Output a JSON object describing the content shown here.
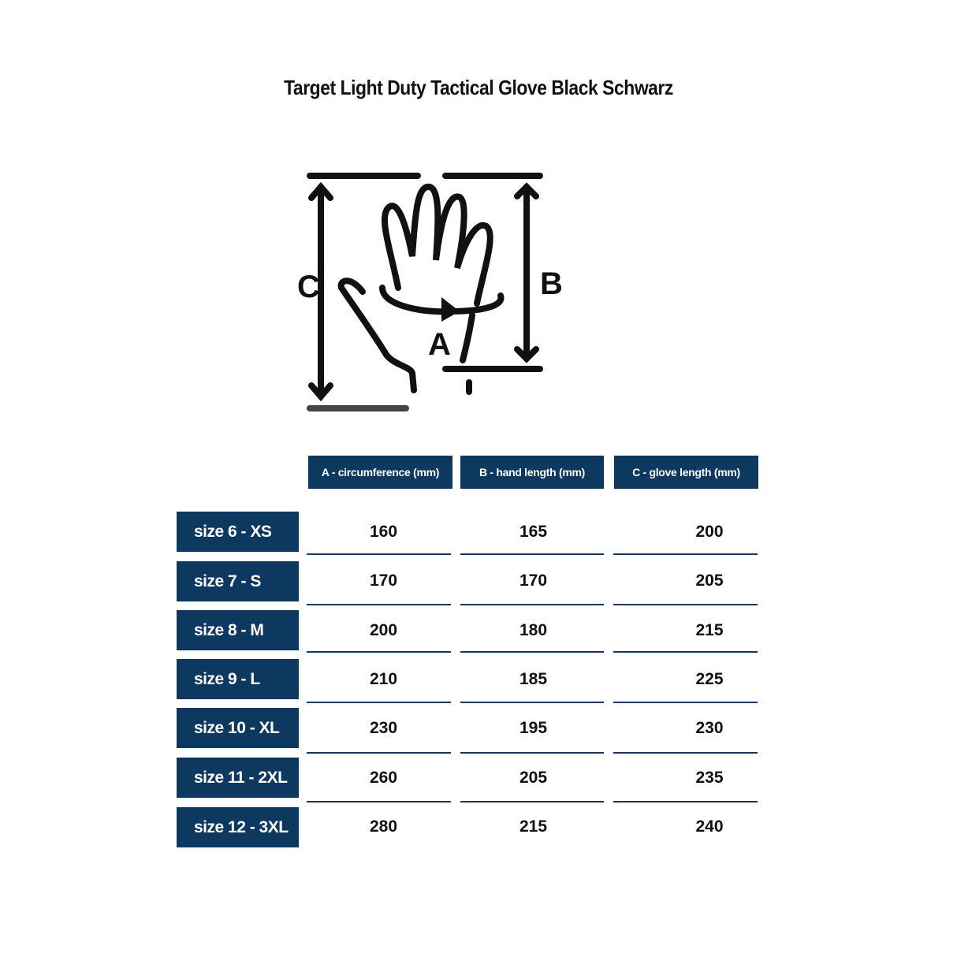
{
  "title": "Target Light Duty Tactical Glove Black Schwarz",
  "diagram": {
    "labels": {
      "a": "A",
      "b": "B",
      "c": "C"
    },
    "icon": "hand-measurement-icon"
  },
  "table": {
    "headers": [
      "A - circumference (mm)",
      "B - hand length (mm)",
      "C - glove length (mm)"
    ],
    "rows": [
      {
        "size": "size 6 - XS",
        "a": "160",
        "b": "165",
        "c": "200"
      },
      {
        "size": "size 7 - S",
        "a": "170",
        "b": "170",
        "c": "205"
      },
      {
        "size": "size 8 - M",
        "a": "200",
        "b": "180",
        "c": "215"
      },
      {
        "size": "size 9 - L",
        "a": "210",
        "b": "185",
        "c": "225"
      },
      {
        "size": "size 10 - XL",
        "a": "230",
        "b": "195",
        "c": "230"
      },
      {
        "size": "size 11 - 2XL",
        "a": "260",
        "b": "205",
        "c": "235"
      },
      {
        "size": "size 12 - 3XL",
        "a": "280",
        "b": "215",
        "c": "240"
      }
    ]
  },
  "colors": {
    "header_bg": "#0d3860",
    "rule": "#1b3656",
    "text": "#111111"
  }
}
